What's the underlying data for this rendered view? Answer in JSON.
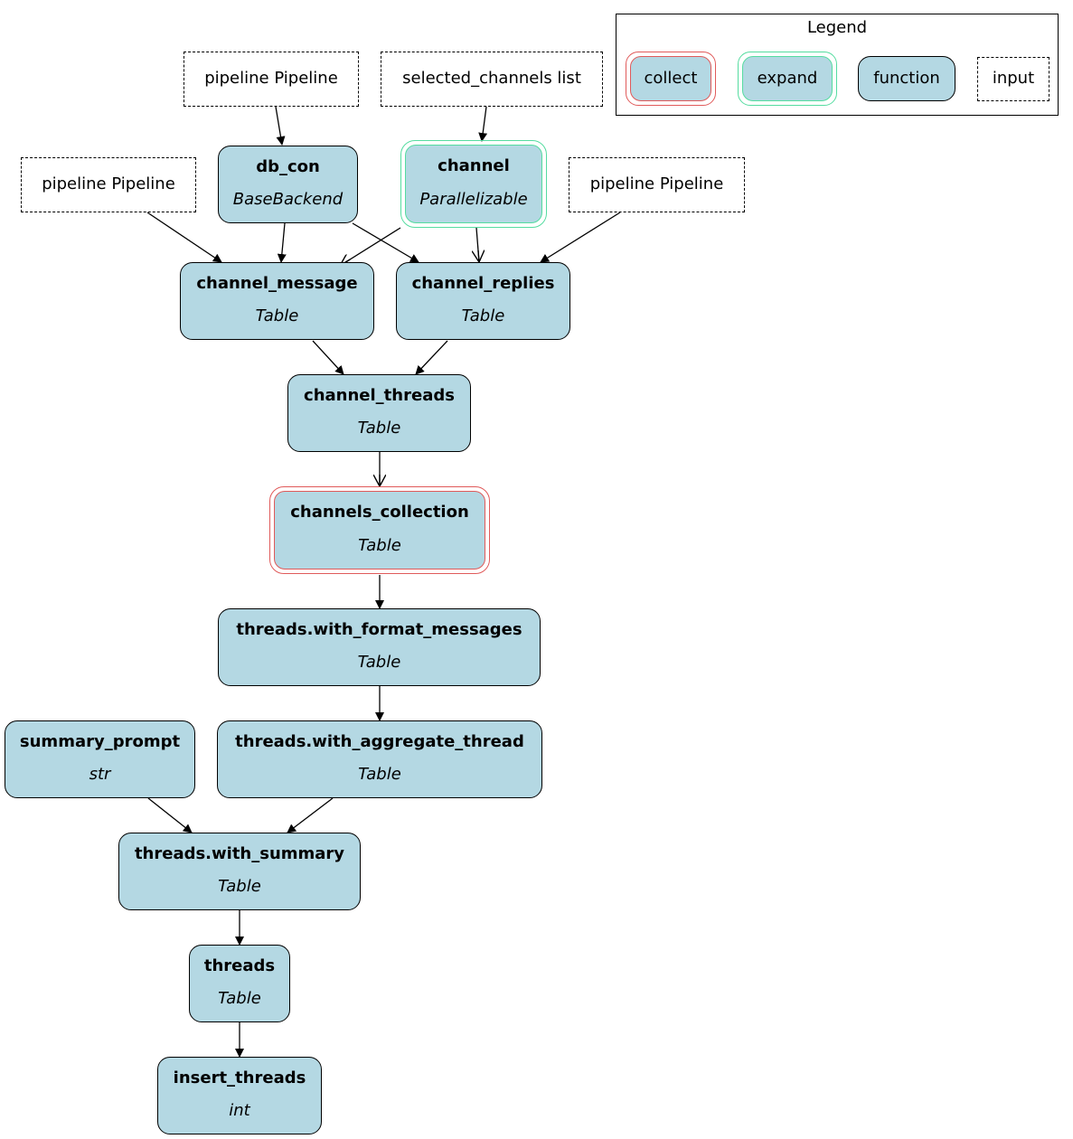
{
  "legend": {
    "title": "Legend",
    "items": {
      "collect": "collect",
      "expand": "expand",
      "function": "function",
      "input": "input"
    }
  },
  "colors": {
    "node_fill": "#b4d8e3",
    "collect_border": "#e05a5a",
    "expand_border": "#55dca0",
    "edge": "#000000"
  },
  "nodes": {
    "input_pipeline_top": {
      "label": "pipeline Pipeline"
    },
    "input_selected_channels": {
      "label": "selected_channels list"
    },
    "input_pipeline_left": {
      "label": "pipeline Pipeline"
    },
    "input_pipeline_right": {
      "label": "pipeline Pipeline"
    },
    "db_con": {
      "name": "db_con",
      "type": "BaseBackend"
    },
    "channel": {
      "name": "channel",
      "type": "Parallelizable"
    },
    "channel_message": {
      "name": "channel_message",
      "type": "Table"
    },
    "channel_replies": {
      "name": "channel_replies",
      "type": "Table"
    },
    "channel_threads": {
      "name": "channel_threads",
      "type": "Table"
    },
    "channels_collection": {
      "name": "channels_collection",
      "type": "Table"
    },
    "with_format_messages": {
      "name": "threads.with_format_messages",
      "type": "Table"
    },
    "summary_prompt": {
      "name": "summary_prompt",
      "type": "str"
    },
    "with_aggregate_thread": {
      "name": "threads.with_aggregate_thread",
      "type": "Table"
    },
    "with_summary": {
      "name": "threads.with_summary",
      "type": "Table"
    },
    "threads": {
      "name": "threads",
      "type": "Table"
    },
    "insert_threads": {
      "name": "insert_threads",
      "type": "int"
    }
  }
}
